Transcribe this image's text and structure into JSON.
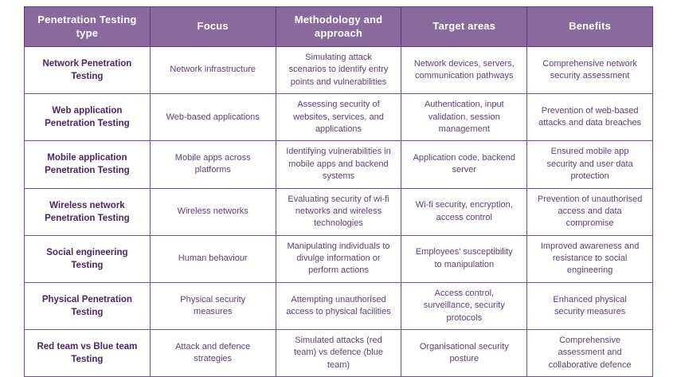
{
  "colors": {
    "header_background": "#8a699e",
    "header_text": "#ffffff",
    "border": "#744f8e",
    "row_header_text": "#4b2663",
    "body_text": "#5f4178",
    "page_background": "#ffffff"
  },
  "table": {
    "headers": [
      "Penetration Testing type",
      "Focus",
      "Methodology and approach",
      "Target areas",
      "Benefits"
    ],
    "rows": [
      [
        "Network Penetration Testing",
        "Network infrastructure",
        "Simulating attack scenarios to identify entry points and vulnerabilities",
        "Network devices, servers, communication pathways",
        "Comprehensive network security assessment"
      ],
      [
        "Web application Penetration Testing",
        "Web-based applications",
        "Assessing security of websites, services, and applications",
        "Authentication, input validation, session management",
        "Prevention of web-based attacks and data breaches"
      ],
      [
        "Mobile application Penetration Testing",
        "Mobile apps across platforms",
        "Identifying vulnerabilities in mobile apps and backend systems",
        "Application code, backend server",
        "Ensured mobile app security and user data protection"
      ],
      [
        "Wireless network Penetration Testing",
        "Wireless networks",
        "Evaluating security of wi-fi networks and wireless technologies",
        "Wi-fi security, encryption, access control",
        "Prevention of unauthorised access and data compromise"
      ],
      [
        "Social engineering Testing",
        "Human behaviour",
        "Manipulating individuals to divulge information or perform actions",
        "Employees' susceptibility to manipulation",
        "Improved awareness and resistance to social engineering"
      ],
      [
        "Physical Penetration Testing",
        "Physical security measures",
        "Attempting unauthorised access to physical facilities",
        "Access control, surveillance, security protocols",
        "Enhanced physical security measures"
      ],
      [
        "Red team vs Blue team Testing",
        "Attack and defence strategies",
        "Simulated attacks (red team) vs defence (blue team)",
        "Organisational security posture",
        "Comprehensive assessment and collaborative defence"
      ]
    ]
  }
}
